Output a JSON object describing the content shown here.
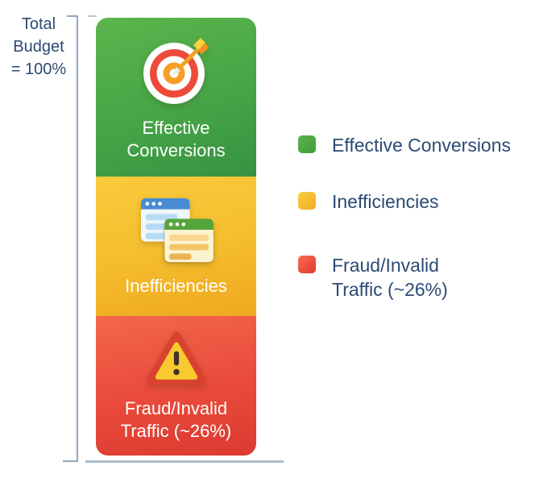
{
  "axis": {
    "total_label": "Total\nBudget\n= 100%"
  },
  "chart_data": {
    "type": "bar",
    "stacked": true,
    "orientation": "vertical",
    "title": "Total Budget = 100%",
    "categories": [
      "Total Budget"
    ],
    "total_pct": 100,
    "series": [
      {
        "name": "Effective Conversions",
        "color": "#46a546",
        "render_height_pct": 36.3,
        "stated_value": null
      },
      {
        "name": "Inefficiencies",
        "color": "#f5bf2e",
        "render_height_pct": 31.9,
        "stated_value": null
      },
      {
        "name": "Fraud/Invalid Traffic",
        "color": "#e94a3a",
        "render_height_pct": 31.8,
        "stated_value": "~26%"
      }
    ],
    "legend_position": "right",
    "grid": false,
    "axis_label": "Total Budget = 100%"
  },
  "bar": {
    "segments": [
      {
        "label": "Effective\nConversions",
        "icon": "target-icon",
        "color": "#46a546"
      },
      {
        "label": "Inefficiencies",
        "icon": "browser-windows-icon",
        "color": "#f5bf2e"
      },
      {
        "label": "Fraud/Invalid\nTraffic (~26%)",
        "icon": "warning-triangle-icon",
        "color": "#e94a3a"
      }
    ]
  },
  "legend": {
    "items": [
      {
        "label": "Effective Conversions",
        "color": "#4aa53f"
      },
      {
        "label": "Inefficiencies",
        "color": "#f8c12c"
      },
      {
        "label": "Fraud/Invalid\nTraffic (~26%)",
        "color": "#f04e3e"
      }
    ]
  },
  "colors": {
    "text_navy": "#2b4a73",
    "bar_text": "#ffffff",
    "bracket_line": "#8fa6c1",
    "baseline": "#a8bccd",
    "green_top": "#5cb54d",
    "green_bottom": "#379242",
    "yellow_top": "#f8ca3c",
    "yellow_bottom": "#efa81f",
    "red_top": "#f2674d",
    "red_bottom": "#dc3a31"
  }
}
